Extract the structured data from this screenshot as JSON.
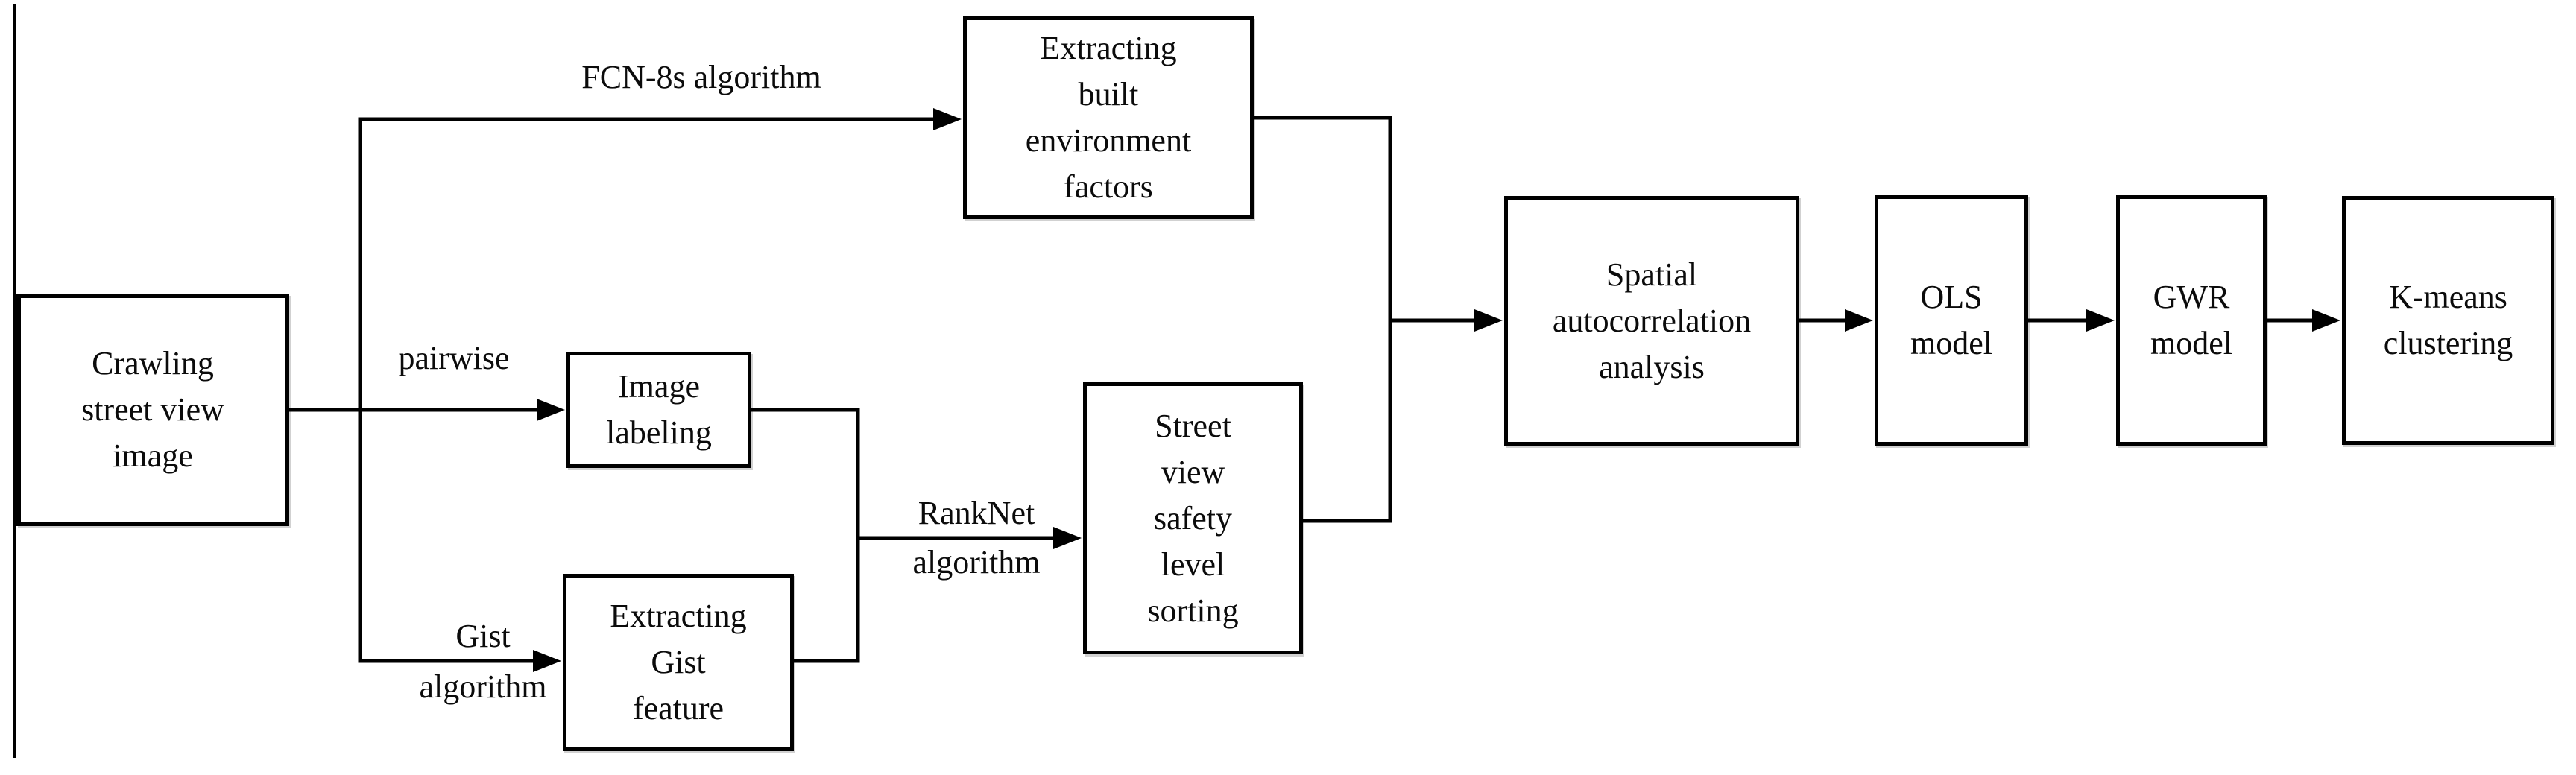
{
  "canvas": {
    "background": "#ffffff",
    "ink": "#000000"
  },
  "nodes": {
    "crawling": {
      "label": "Crawling street view image",
      "lines": [
        "Crawling",
        "street view",
        "image"
      ]
    },
    "built_env": {
      "label": "Extracting built environment factors",
      "lines": [
        "Extracting",
        "built",
        "environment",
        "factors"
      ]
    },
    "image_labeling": {
      "label": "Image labeling",
      "lines": [
        "Image",
        "labeling"
      ]
    },
    "gist_feature": {
      "label": "Extracting Gist feature",
      "lines": [
        "Extracting",
        "Gist",
        "feature"
      ]
    },
    "safety": {
      "label": "Street view safety level sorting",
      "lines": [
        "Street",
        "view",
        "safety",
        "level",
        "sorting"
      ]
    },
    "spatial": {
      "label": "Spatial autocorrelation analysis",
      "lines": [
        "Spatial",
        "autocorrelation",
        "analysis"
      ]
    },
    "ols": {
      "label": "OLS model",
      "lines": [
        "OLS",
        "model"
      ]
    },
    "gwr": {
      "label": "GWR model",
      "lines": [
        "GWR",
        "model"
      ]
    },
    "kmeans": {
      "label": "K-means clustering",
      "lines": [
        "K-means",
        "clustering"
      ]
    }
  },
  "edge_labels": {
    "fcn": {
      "lines": [
        "FCN-8s algorithm"
      ]
    },
    "pairwise": {
      "lines": [
        "pairwise"
      ]
    },
    "gist": {
      "lines": [
        "Gist",
        "algorithm"
      ]
    },
    "ranknet": {
      "lines": [
        "RankNet",
        "algorithm"
      ]
    }
  }
}
